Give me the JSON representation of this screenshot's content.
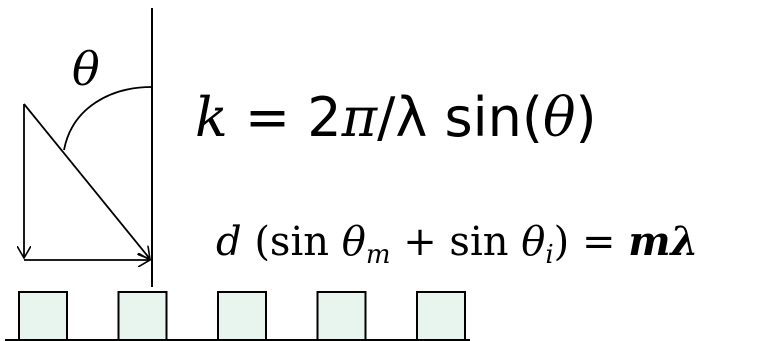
{
  "labels": {
    "angle_symbol": "θ"
  },
  "equations": {
    "k_relation": {
      "k": "k",
      "eq": " = 2",
      "pi": "π",
      "slash": "/",
      "lambda": "λ",
      "sin": " sin(",
      "theta": "θ",
      "close": ")"
    },
    "grating_equation": {
      "d": "d",
      "open": " (sin ",
      "theta1": "θ",
      "sub_m": "m",
      "plus": " + sin ",
      "theta2": "θ",
      "sub_i": "i",
      "close": ") = ",
      "m": "m",
      "lambda": "λ"
    }
  },
  "colors": {
    "line": "#000000",
    "grating_fill": "#e8f5ee",
    "grating_stroke": "#000000"
  },
  "grating": {
    "element_count": 5
  }
}
